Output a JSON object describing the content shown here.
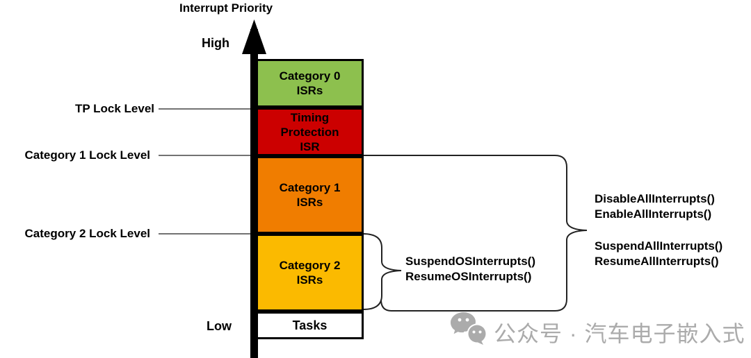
{
  "diagram": {
    "title": "Interrupt Priority",
    "axis": {
      "high": "High",
      "low": "Low"
    },
    "lock_levels": {
      "tp": "TP Lock Level",
      "cat1": "Category 1 Lock Level",
      "cat2": "Category 2 Lock Level"
    },
    "stack": {
      "cat0": {
        "label": "Category 0\nISRs",
        "color": "#8DC04E"
      },
      "tp": {
        "label": "Timing\nProtection\nISR",
        "color": "#CC0000"
      },
      "cat1": {
        "label": "Category 1\nISRs",
        "color": "#F07D00"
      },
      "cat2": {
        "label": "Category 2\nISRs",
        "color": "#FBBA00"
      },
      "tasks": {
        "label": "Tasks",
        "color": "#FFFFFF"
      }
    },
    "api": {
      "os_interrupts": [
        "SuspendOSInterrupts()",
        "ResumeOSInterrupts()"
      ],
      "all_interrupts_1": [
        "DisableAllInterrupts()",
        "EnableAllInterrupts()"
      ],
      "all_interrupts_2": [
        "SuspendAllInterrupts()",
        "ResumeAllInterrupts()"
      ]
    },
    "watermark": {
      "text": "公众号 · 汽车电子嵌入式",
      "color": "#ABABAB"
    },
    "colors": {
      "axis": "#000000",
      "connector": "#333333"
    }
  }
}
